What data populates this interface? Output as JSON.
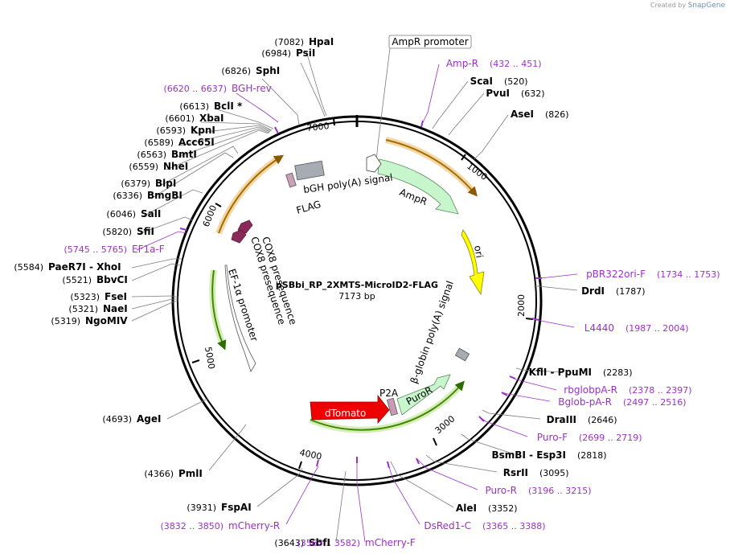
{
  "credit": {
    "prefix": "Created by",
    "brand": "SnapGene"
  },
  "plasmid": {
    "name": "pSBbi_RP_2XMTS-MicroID2-FLAG",
    "size_label": "7173 bp"
  },
  "ticks": [
    "1000",
    "2000",
    "3000",
    "4000",
    "5000",
    "6000",
    "7000"
  ],
  "callout": "AmpR promoter",
  "features": {
    "ampr": "AmpR",
    "ori": "ori",
    "bgh": "bGH poly(A) signal",
    "flag": "FLAG",
    "bglobin": "β-globin poly(A) signal",
    "p2a": "P2A",
    "puror": "PuroR",
    "dtomato": "dTomato",
    "ef1a": "EF-1α promoter",
    "cox1": "COX8 presequence",
    "cox2": "COX8 presequence"
  },
  "labels": [
    {
      "pos": "(7082)",
      "name": "HpaI"
    },
    {
      "pos": "(6984)",
      "name": "PsiI"
    },
    {
      "pos": "(6826)",
      "name": "SphI"
    },
    {
      "pos": "(6620 .. 6637)",
      "name": "BGH-rev",
      "primer": true
    },
    {
      "pos": "(6613)",
      "name": "BclI *"
    },
    {
      "pos": "(6601)",
      "name": "XbaI"
    },
    {
      "pos": "(6593)",
      "name": "KpnI"
    },
    {
      "pos": "(6589)",
      "name": "Acc65I"
    },
    {
      "pos": "(6563)",
      "name": "BmtI"
    },
    {
      "pos": "(6559)",
      "name": "NheI"
    },
    {
      "pos": "(6379)",
      "name": "BlpI"
    },
    {
      "pos": "(6336)",
      "name": "BmgBI"
    },
    {
      "pos": "(6046)",
      "name": "SalI"
    },
    {
      "pos": "(5820)",
      "name": "SfiI"
    },
    {
      "pos": "(5745 .. 5765)",
      "name": "EF1a-F",
      "primer": true
    },
    {
      "pos": "(5584)",
      "name": "PaeR7I",
      "name2": "XhoI"
    },
    {
      "pos": "(5521)",
      "name": "BbvCI"
    },
    {
      "pos": "(5323)",
      "name": "FseI"
    },
    {
      "pos": "(5321)",
      "name": "NaeI"
    },
    {
      "pos": "(5319)",
      "name": "NgoMIV"
    },
    {
      "pos": "(4693)",
      "name": "AgeI"
    },
    {
      "pos": "(4366)",
      "name": "PmlI"
    },
    {
      "pos": "(3931)",
      "name": "FspAI"
    },
    {
      "pos": "(3832 .. 3850)",
      "name": "mCherry-R",
      "primer": true
    },
    {
      "pos": "(3643)",
      "name": "SbfI"
    },
    {
      "pos": "(3563 .. 3582)",
      "name": "mCherry-F",
      "primer": true
    },
    {
      "pos": "(3365 .. 3388)",
      "name": "DsRed1-C",
      "primer": true
    },
    {
      "pos": "(3352)",
      "name": "AleI"
    },
    {
      "pos": "(3196 .. 3215)",
      "name": "Puro-R",
      "primer": true
    },
    {
      "pos": "(3095)",
      "name": "RsrII"
    },
    {
      "pos": "(2818)",
      "name": "BsmBI",
      "name2": "Esp3I"
    },
    {
      "pos": "(2699 .. 2719)",
      "name": "Puro-F",
      "primer": true
    },
    {
      "pos": "(2646)",
      "name": "DraIII"
    },
    {
      "pos": "(2497 .. 2516)",
      "name": "Bglob-pA-R",
      "primer": true
    },
    {
      "pos": "(2378 .. 2397)",
      "name": "rbglobpA-R",
      "primer": true
    },
    {
      "pos": "(2283)",
      "name": "KflI",
      "name2": "PpuMI"
    },
    {
      "pos": "(1987 .. 2004)",
      "name": "L4440",
      "primer": true
    },
    {
      "pos": "(1787)",
      "name": "DrdI"
    },
    {
      "pos": "(1734 .. 1753)",
      "name": "pBR322ori-F",
      "primer": true
    },
    {
      "pos": "(826)",
      "name": "AseI"
    },
    {
      "pos": "(632)",
      "name": "PvuI"
    },
    {
      "pos": "(520)",
      "name": "ScaI"
    },
    {
      "pos": "(432 .. 451)",
      "name": "Amp-R",
      "primer": true
    }
  ]
}
